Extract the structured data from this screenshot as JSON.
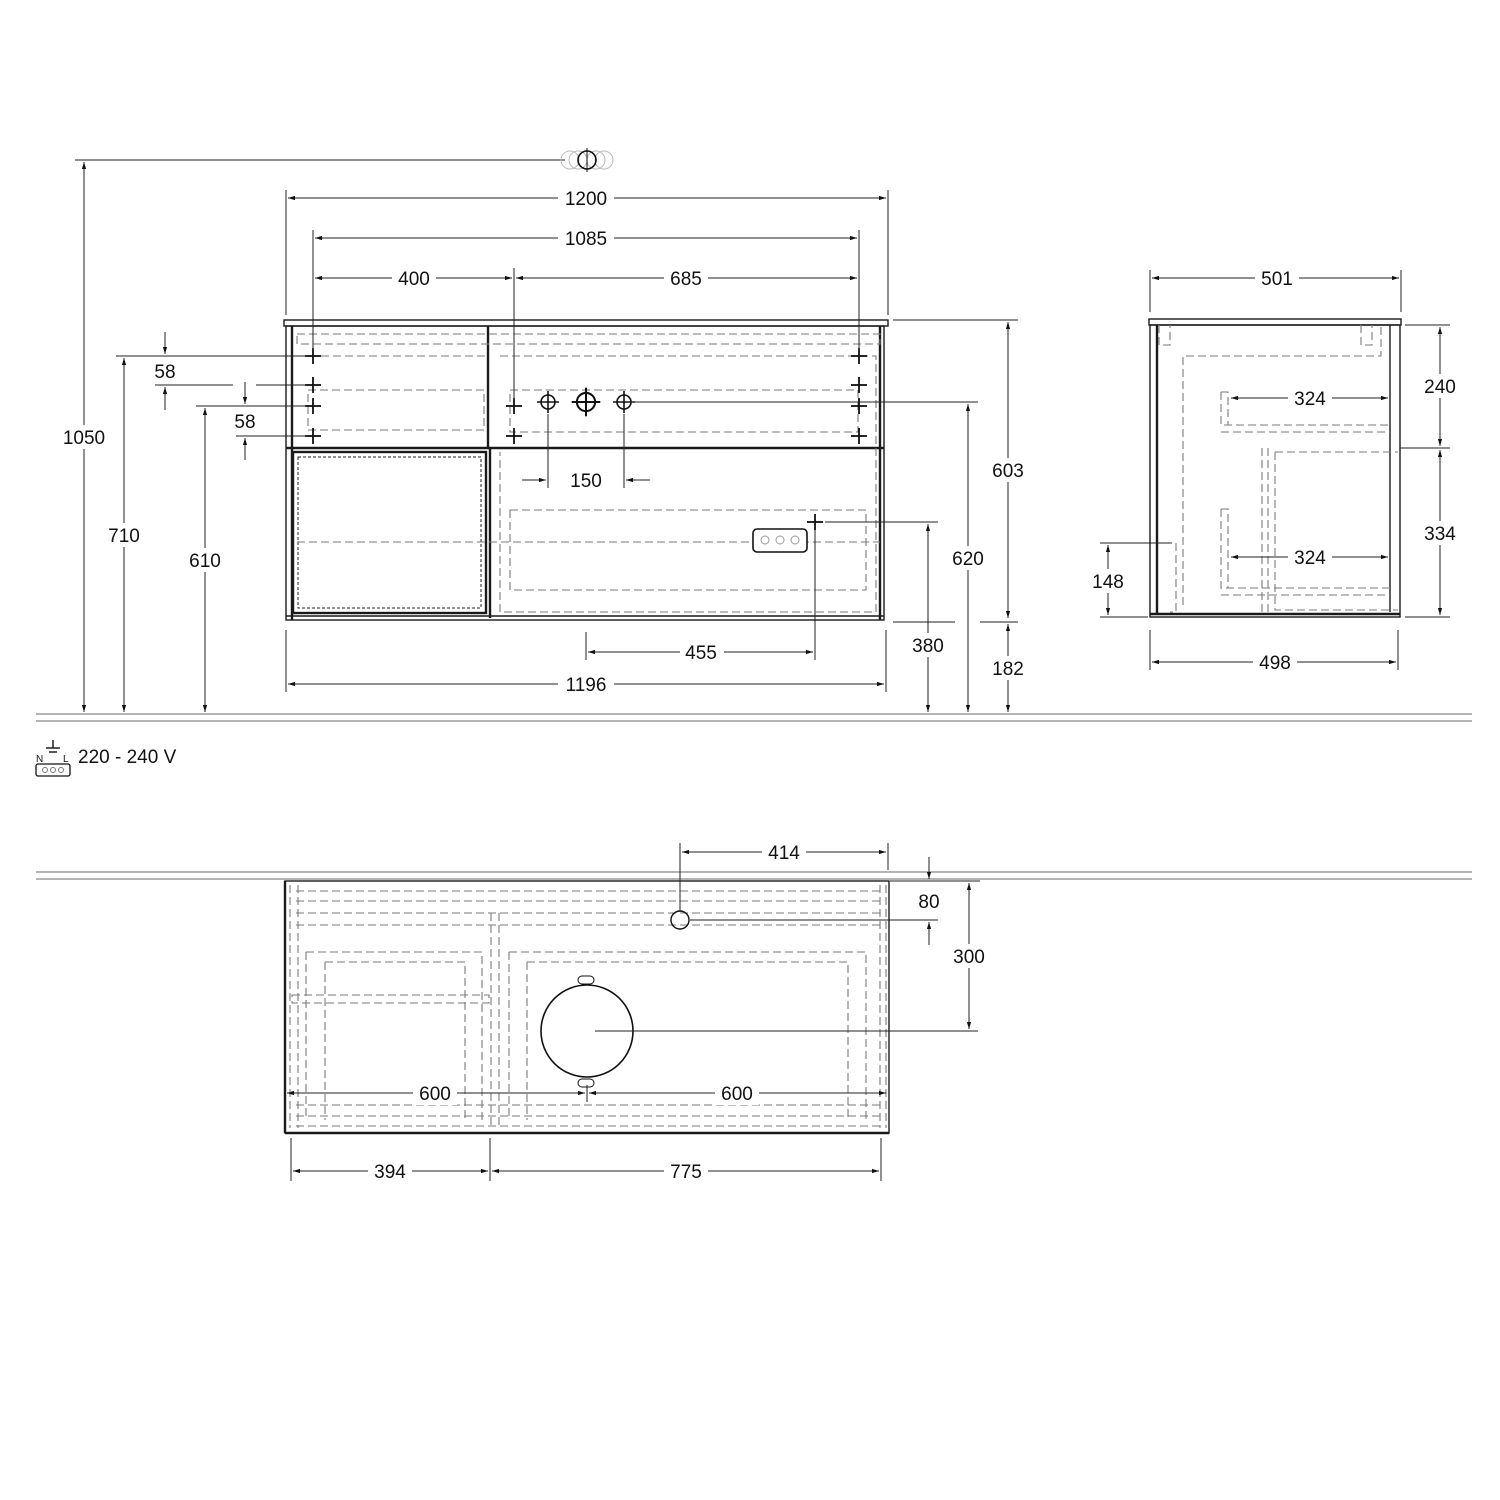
{
  "drawing": {
    "type": "technical-dimension-drawing",
    "subject": "vanity unit with 2-tap basin top, drawer and open shelf compartment",
    "units": "mm"
  },
  "power_supply": {
    "icon": "socket-earth-icon",
    "terminals": [
      "N",
      "L"
    ],
    "label": "220 - 240 V"
  },
  "front_view": {
    "widths": {
      "overall_top": "1200",
      "tap_span": "1085",
      "left_section": "400",
      "right_section": "685",
      "tap_spacing": "150",
      "socket_offset": "455",
      "overall_bottom": "1196"
    },
    "heights": {
      "total_to_mirror": "1050",
      "upper_fix_top": "710",
      "upper_fix_gap": "58",
      "lower_fix_gap": "58",
      "lower_fix": "610",
      "cabinet_height": "603",
      "basin_outlet": "620",
      "socket_height": "380",
      "floor_clearance": "182"
    }
  },
  "side_view": {
    "depth_top": "501",
    "depth_bottom": "498",
    "upper_drawer_depth": "324",
    "lower_drawer_depth": "324",
    "upper_height": "240",
    "lower_height": "334",
    "shelf_height": "148"
  },
  "top_view": {
    "waste_offset": "414",
    "waste_from_wall": "80",
    "siphon_from_wall": "300",
    "left_span": "600",
    "right_span": "600",
    "left_compartment": "394",
    "right_compartment": "775"
  }
}
